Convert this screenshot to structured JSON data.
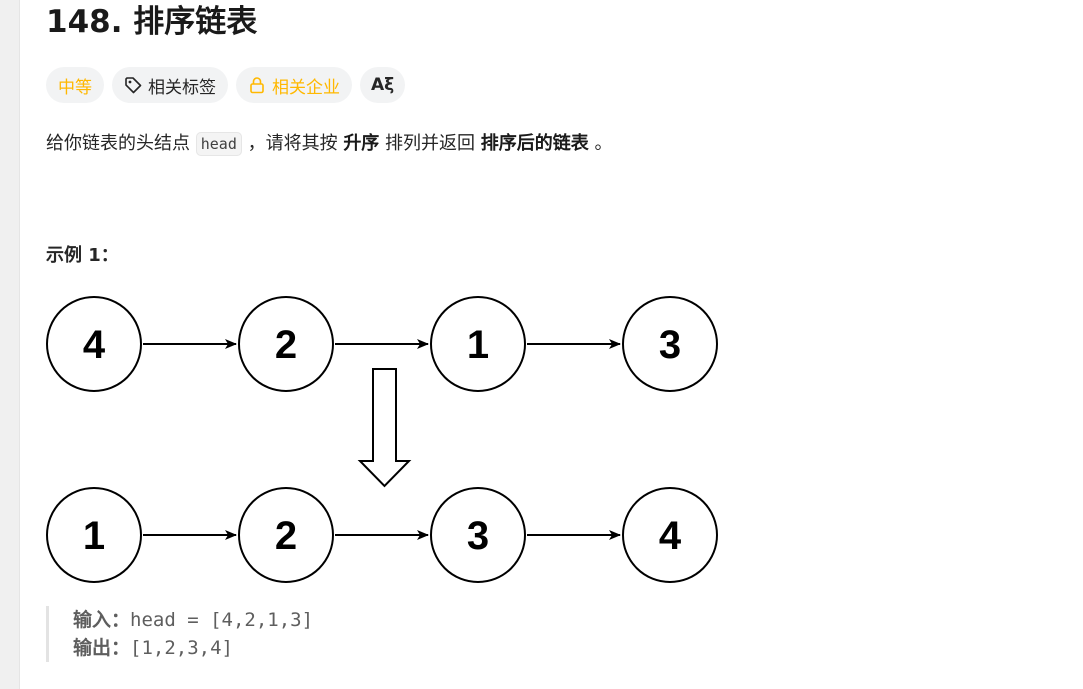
{
  "problem": {
    "title": "148. 排序链表"
  },
  "tags": {
    "difficulty": "中等",
    "related_tags": "相关标签",
    "related_companies": "相关企业",
    "translate": "Aξ"
  },
  "description": {
    "part1": "给你链表的头结点 ",
    "code": "head",
    "part2": " ，请将其按 ",
    "bold1": "升序",
    "part3": " 排列并返回 ",
    "bold2": "排序后的链表",
    "part4": " 。"
  },
  "example": {
    "title": "示例 1：",
    "input_label": "输入：",
    "input_value": "head = [4,2,1,3]",
    "output_label": "输出：",
    "output_value": "[1,2,3,4]"
  },
  "diagram": {
    "top_row": [
      "4",
      "2",
      "1",
      "3"
    ],
    "bottom_row": [
      "1",
      "2",
      "3",
      "4"
    ]
  },
  "colors": {
    "difficulty": "#ffb800",
    "tag_bg": "#f2f3f4"
  }
}
